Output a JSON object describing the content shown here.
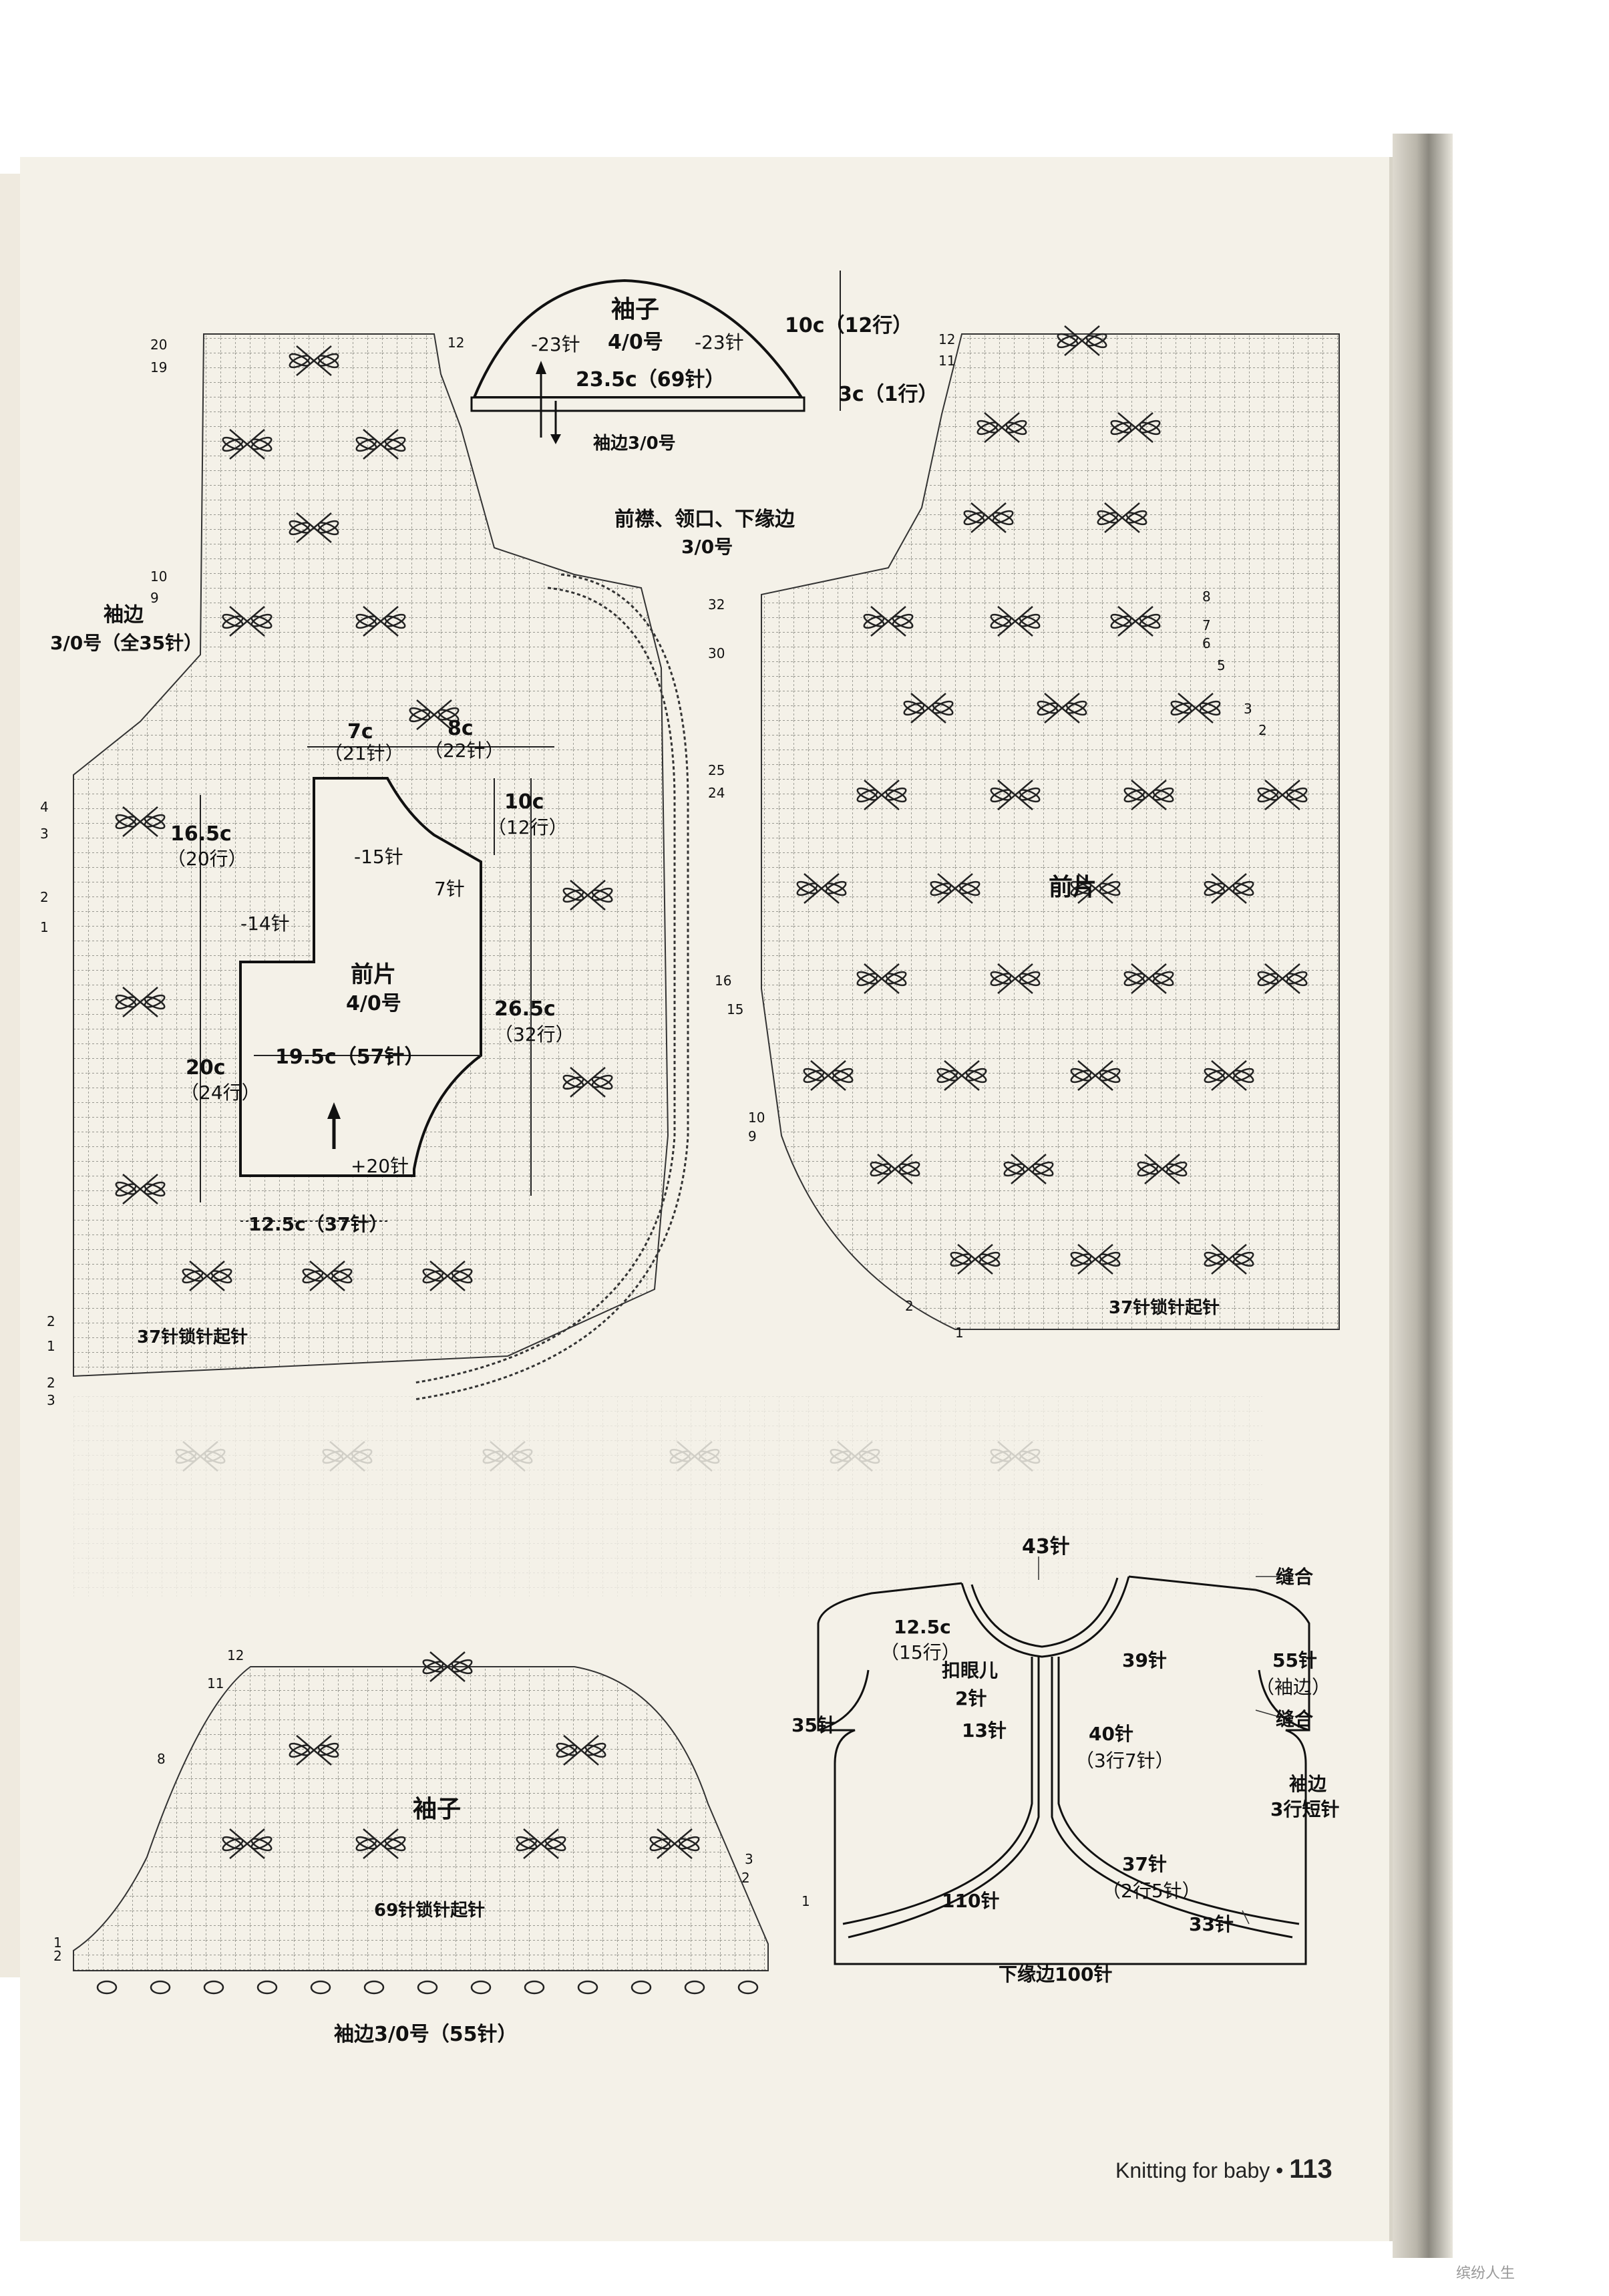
{
  "sleeve_top": {
    "title": "袖子",
    "needle": "4/0号",
    "dec_left": "-23针",
    "dec_right": "-23针",
    "width": "23.5c（69针）",
    "height_top": "10c（12行）",
    "height_bottom": "3c（1行）",
    "edge": "袖边3/0号"
  },
  "front_band": {
    "title": "前襟、领口、下缘边",
    "needle": "3/0号"
  },
  "left_front": {
    "sleeve_edge": "袖边",
    "sleeve_edge_needle": "3/0号（全35针）",
    "title": "前片",
    "needle": "4/0号",
    "w1": "7c",
    "w1_st": "（21针）",
    "w2": "8c",
    "w2_st": "（22针）",
    "h1": "16.5c",
    "h1_rows": "（20行）",
    "h2": "20c",
    "h2_rows": "（24行）",
    "h3": "10c",
    "h3_rows": "（12行）",
    "h4": "26.5c",
    "h4_rows": "（32行）",
    "dec1": "-15针",
    "dec2": "-14针",
    "dec3": "7针",
    "width": "19.5c（57针）",
    "inc": "+20针",
    "bottom_width": "12.5c（37针）",
    "cast_on": "37针锁针起针"
  },
  "right_front": {
    "title": "前片",
    "cast_on": "37针锁针起针"
  },
  "bottom_sleeve": {
    "title": "袖子",
    "cast_on": "69针锁针起针",
    "edge": "袖边3/0号（55针）"
  },
  "assembly": {
    "neck": "43针",
    "seam1": "缝合",
    "shoulder": "12.5c",
    "shoulder_rows": "（15行）",
    "buttonhole": "扣眼儿",
    "buttonhole_st": "2针",
    "s39": "39针",
    "s55": "55针",
    "s55_sub": "（袖边）",
    "seam2": "缝合",
    "s35": "35针",
    "s13": "13针",
    "s40": "40针",
    "s40_sub": "（3行7针）",
    "cuff": "袖边",
    "cuff_sub": "3行短针",
    "s37": "37针",
    "s37_sub": "（2行5针）",
    "s110": "110针",
    "s33": "33针",
    "hem": "下缘边100针"
  },
  "footer": {
    "text": "Knitting for baby",
    "page": "113"
  },
  "watermark": "缤纷人生"
}
